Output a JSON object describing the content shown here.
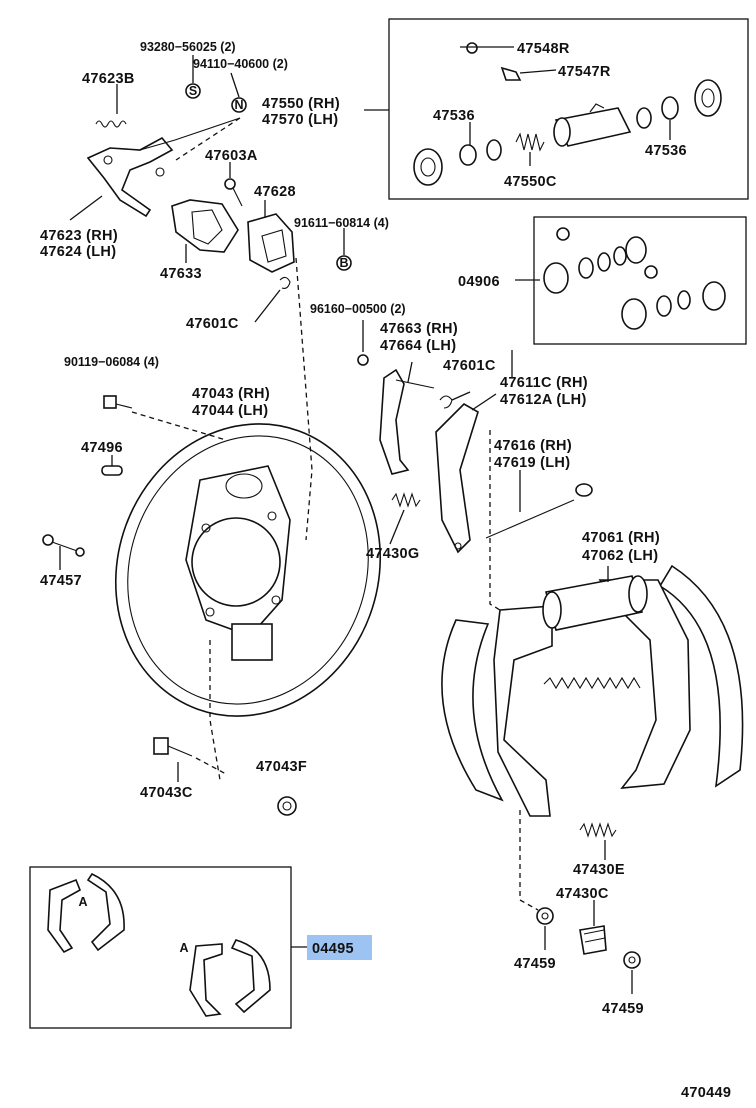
{
  "diagram_id": "470449",
  "labels": {
    "p93280": "93280−56025 (2)",
    "p94110": "94110−40600 (2)",
    "p47623B": "47623B",
    "p47550": "47550 (RH)",
    "p47570": "47570 (LH)",
    "p47548R": "47548R",
    "p47547R": "47547R",
    "p47536a": "47536",
    "p47536b": "47536",
    "p47550C": "47550C",
    "p47603A": "47603A",
    "p47628": "47628",
    "p91611": "91611−60814 (4)",
    "p47623": "47623 (RH)",
    "p47624": "47624 (LH)",
    "p47633": "47633",
    "p04906": "04906",
    "p47601Ca": "47601C",
    "p96160": "96160−00500 (2)",
    "p47663": "47663 (RH)",
    "p47664": "47664 (LH)",
    "p47601Cb": "47601C",
    "p90119": "90119−06084 (4)",
    "p47611C": "47611C (RH)",
    "p47612A": "47612A (LH)",
    "p47043": "47043 (RH)",
    "p47044": "47044 (LH)",
    "p47616": "47616 (RH)",
    "p47619": "47619 (LH)",
    "p47496": "47496",
    "p47430G": "47430G",
    "p47061": "47061 (RH)",
    "p47062": "47062 (LH)",
    "p47457": "47457",
    "p47043C": "47043C",
    "p47043F": "47043F",
    "p47430E": "47430E",
    "p47430C": "47430C",
    "p04495": "04495",
    "p47459a": "47459",
    "p47459b": "47459"
  },
  "badges": {
    "S": "S",
    "N": "N",
    "B": "B"
  },
  "shoe_marks": {
    "A1": "A",
    "A2": "A"
  },
  "highlight_color": "#9dc3f2"
}
